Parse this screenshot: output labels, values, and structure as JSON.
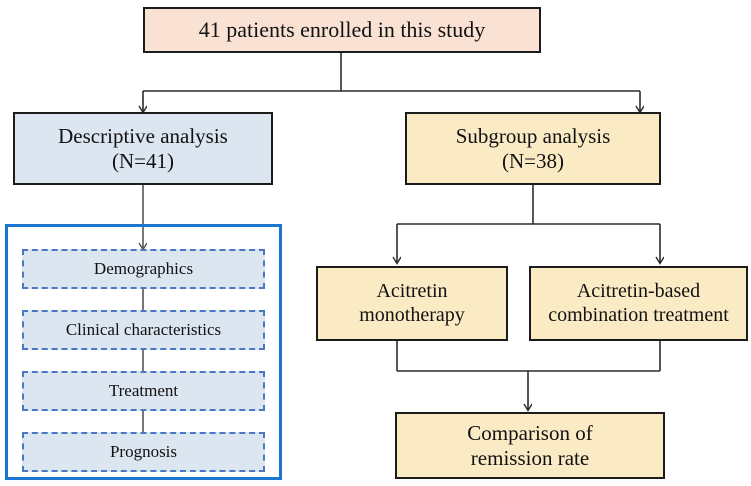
{
  "figure": {
    "type": "flowchart",
    "title": "Study design flow diagram",
    "background": "#ffffff"
  },
  "colors": {
    "peach_fill": "#f9e2d3",
    "blue_fill": "#dce6f1",
    "cream_fill": "#fbebc4",
    "box_border": "#1c1c1c",
    "dashed_border": "#4a78c4",
    "group_frame_border": "#1b76d2",
    "connector": "#2b2b2b",
    "text": "#111111"
  },
  "nodes": {
    "enrolled": {
      "label": "41 patients enrolled in this study",
      "fill": "#f9e2d3",
      "count": 41
    },
    "descriptive": {
      "label": "Descriptive analysis\n(N=41)",
      "line1": "Descriptive analysis",
      "line2": "(N=41)",
      "fill": "#dce6f1",
      "n": 41
    },
    "subgroup": {
      "label": "Subgroup analysis\n(N=38)",
      "line1": "Subgroup analysis",
      "line2": "(N=38)",
      "fill": "#fbebc4",
      "n": 38
    },
    "monotherapy": {
      "label": "Acitretin\nmonotherapy",
      "fill": "#fbebc4"
    },
    "combination": {
      "label": "Acitretin-based\ncombination treatment",
      "fill": "#fbebc4"
    },
    "comparison": {
      "label": "Comparison of\nremission rate",
      "fill": "#fbebc4"
    }
  },
  "descriptive_items": [
    {
      "label": "Demographics"
    },
    {
      "label": "Clinical characteristics"
    },
    {
      "label": "Treatment"
    },
    {
      "label": "Prognosis"
    }
  ]
}
